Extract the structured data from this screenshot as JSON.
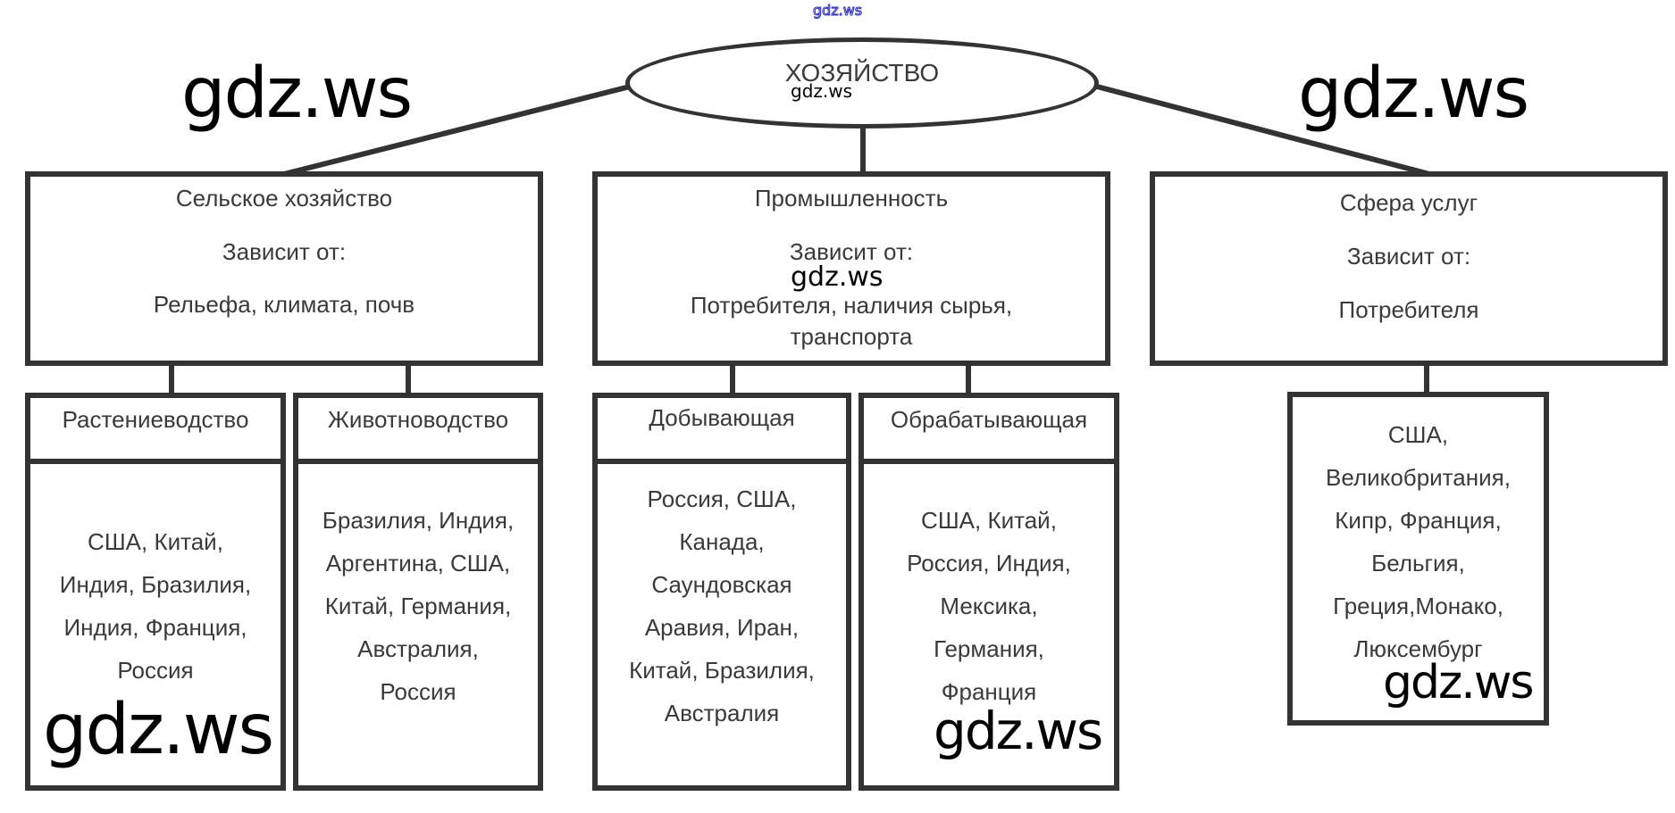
{
  "watermark": "gdz.ws",
  "root": {
    "title": "ХОЗЯЙСТВО"
  },
  "branches": [
    {
      "title": "Сельское хозяйство",
      "depends_label": "Зависит от:",
      "factors": "Рельефа, климата, почв",
      "children": [
        {
          "title": "Растениеводство",
          "countries": [
            "США, Китай,",
            "Индия, Бразилия,",
            "Индия, Франция,",
            "Россия"
          ]
        },
        {
          "title": "Животноводство",
          "countries": [
            "Бразилия, Индия,",
            "Аргентина, США,",
            "Китай, Германия,",
            "Австралия,",
            "Россия"
          ]
        }
      ]
    },
    {
      "title": "Промышленность",
      "depends_label": "Зависит от:",
      "factors": [
        "Потребителя, наличия сырья,",
        "транспорта"
      ],
      "children": [
        {
          "title": "Добывающая",
          "countries": [
            "Россия, США,",
            "Канада,",
            "Саундовская",
            "Аравия, Иран,",
            "Китай, Бразилия,",
            "Австралия"
          ]
        },
        {
          "title": "Обрабатывающая",
          "countries": [
            "США, Китай,",
            "Россия, Индия,",
            "Мексика,",
            "Германия,",
            "Франция"
          ]
        }
      ]
    },
    {
      "title": "Сфера услуг",
      "depends_label": "Зависит от:",
      "factors": "Потребителя",
      "countries": [
        "США,",
        "Великобритания,",
        "Кипр, Франция,",
        "Бельгия,",
        "Греция,Монако,",
        "Люксембург"
      ]
    }
  ],
  "colors": {
    "stroke": "#333333",
    "text": "#3a3a3a",
    "watermark_top": "#2a2ac0"
  }
}
